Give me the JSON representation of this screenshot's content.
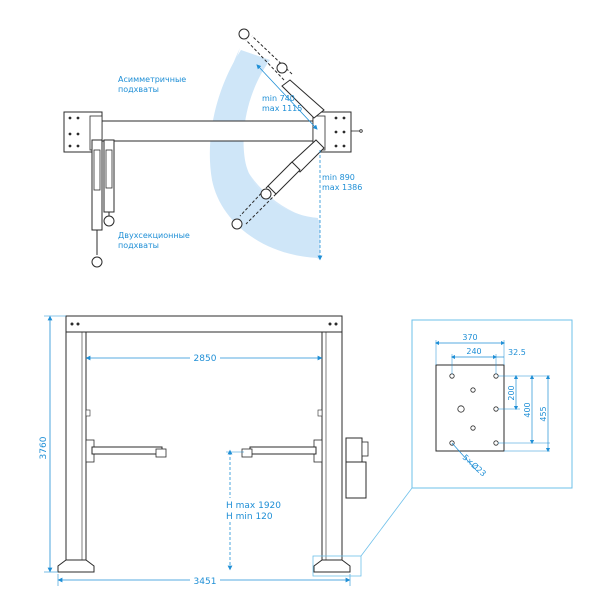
{
  "colors": {
    "line": "#2b2b2b",
    "accent": "#1f8fd6",
    "fill_light": "#cfe6f8",
    "frame": "#6ec0ea"
  },
  "top_view": {
    "asym_label_1": "Асимметричные",
    "asym_label_2": "подхваты",
    "asym_min": "min 740",
    "asym_max": "max 1115",
    "two_min": "min 890",
    "two_max": "max 1386",
    "two_label_1": "Двухсекционные",
    "two_label_2": "подхваты"
  },
  "front_view": {
    "height_total": "3760",
    "inner_width": "2850",
    "outer_width": "3451",
    "h_max": "H max 1920",
    "h_min": "H min 120"
  },
  "detail": {
    "d370": "370",
    "d240": "240",
    "d32_5": "32.5",
    "d200": "200",
    "d400": "400",
    "d455": "455",
    "holes": "5×Ø23"
  }
}
